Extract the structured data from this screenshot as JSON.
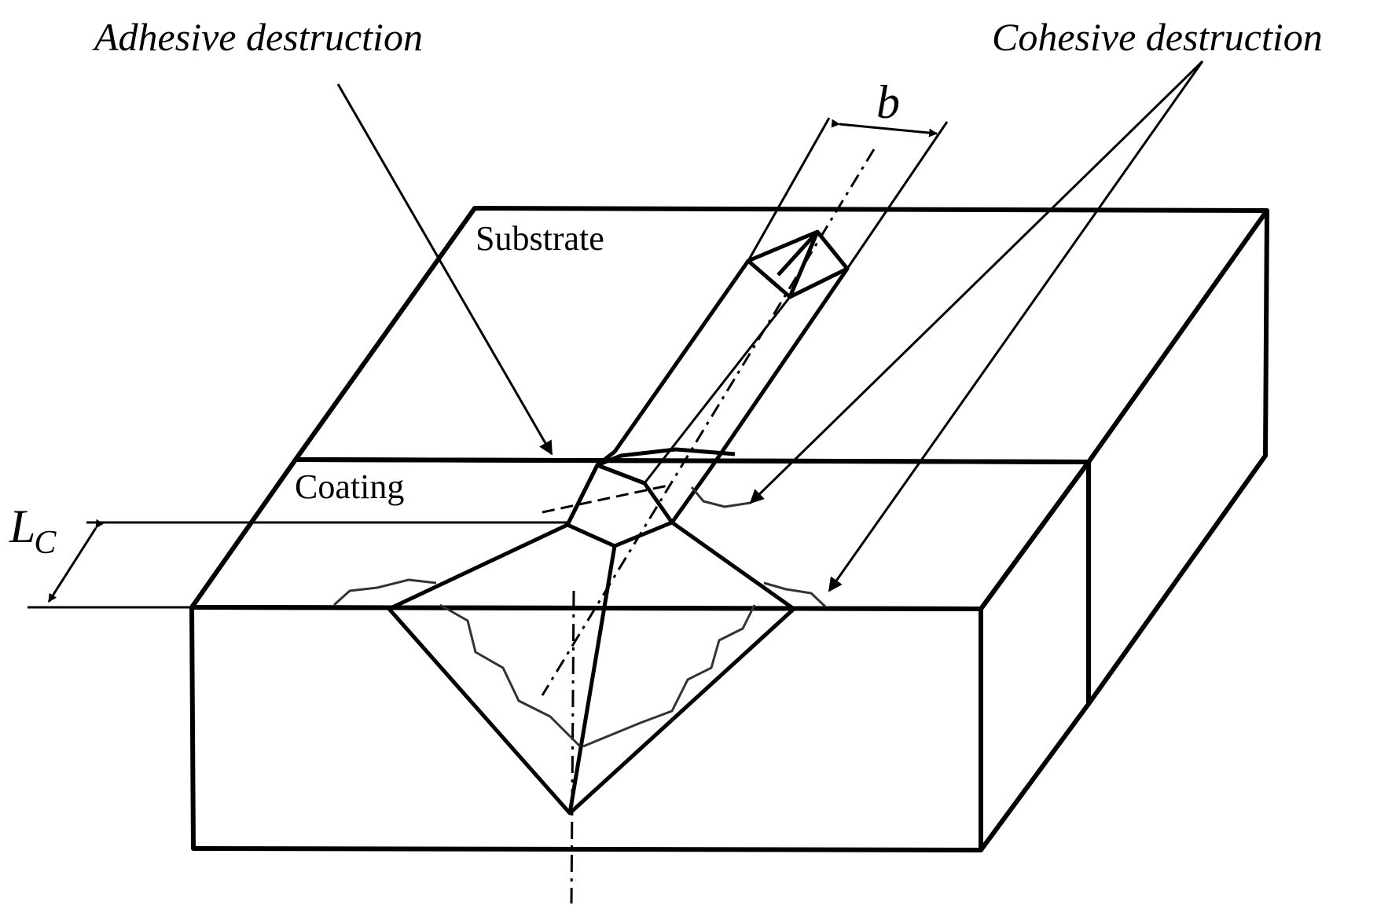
{
  "labels": {
    "adhesive_destruction": "Adhesive destruction",
    "cohesive_destruction": "Cohesive destruction",
    "width": "b",
    "substrate": "Substrate",
    "coating": "Coating",
    "critical_load_main": "L",
    "critical_load_sub": "C"
  },
  "colors": {
    "line": "#000000",
    "crack": "#333333",
    "background": "#ffffff"
  }
}
